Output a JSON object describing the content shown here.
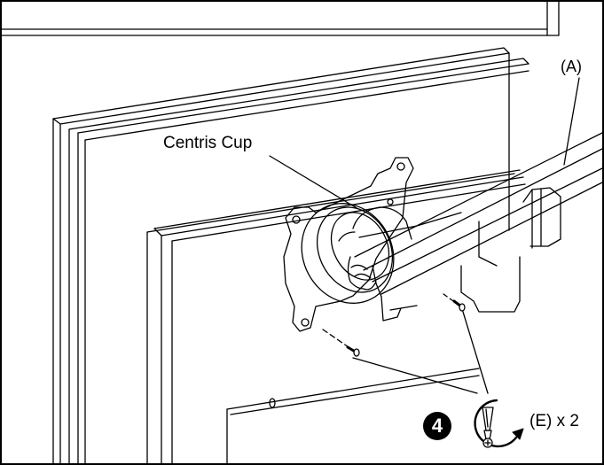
{
  "diagram": {
    "callouts": {
      "centris_cup": "Centris Cup",
      "arm_part": "(A)",
      "fastener": "(E) x 2"
    },
    "step": {
      "number": "4"
    },
    "icons": [
      "screwdriver-icon",
      "clockwise-arrow-icon",
      "screw-head-icon"
    ]
  }
}
